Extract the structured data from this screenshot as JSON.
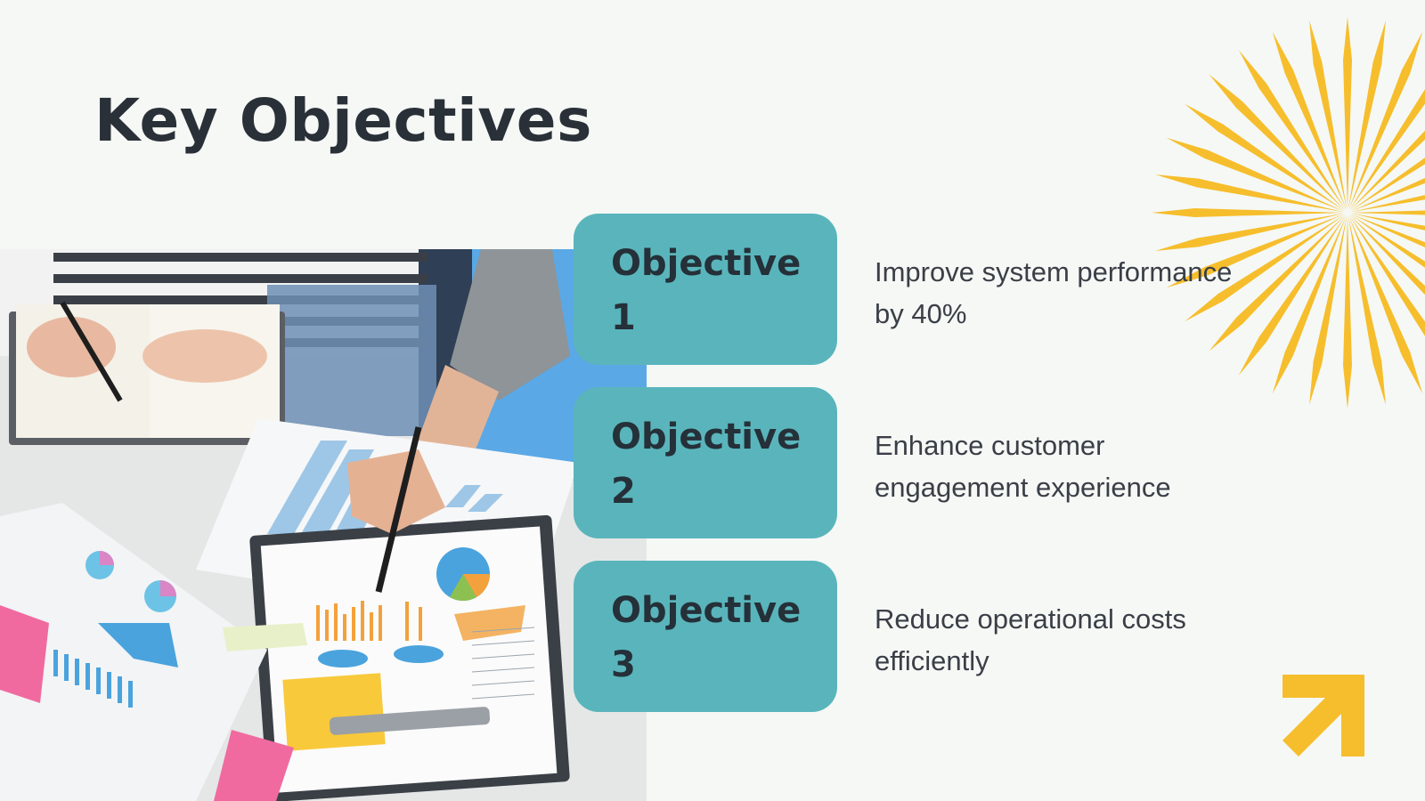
{
  "slide": {
    "title": "Key Objectives",
    "accent_color": "#f6be2c",
    "card_color": "#59b5bb",
    "text_color": "#2a3038",
    "background_color": "#f5f8f5"
  },
  "objectives": [
    {
      "label": "Objective\n1",
      "description": "Improve system performance by 40%"
    },
    {
      "label": "Objective\n2",
      "description": "Enhance customer engagement experience"
    },
    {
      "label": "Objective\n3",
      "description": "Reduce operational costs efficiently"
    }
  ],
  "decorations": {
    "top_right": "sunburst-icon",
    "bottom_right": "arrow-up-right-icon",
    "photo": "business-meeting-charts-photo"
  }
}
